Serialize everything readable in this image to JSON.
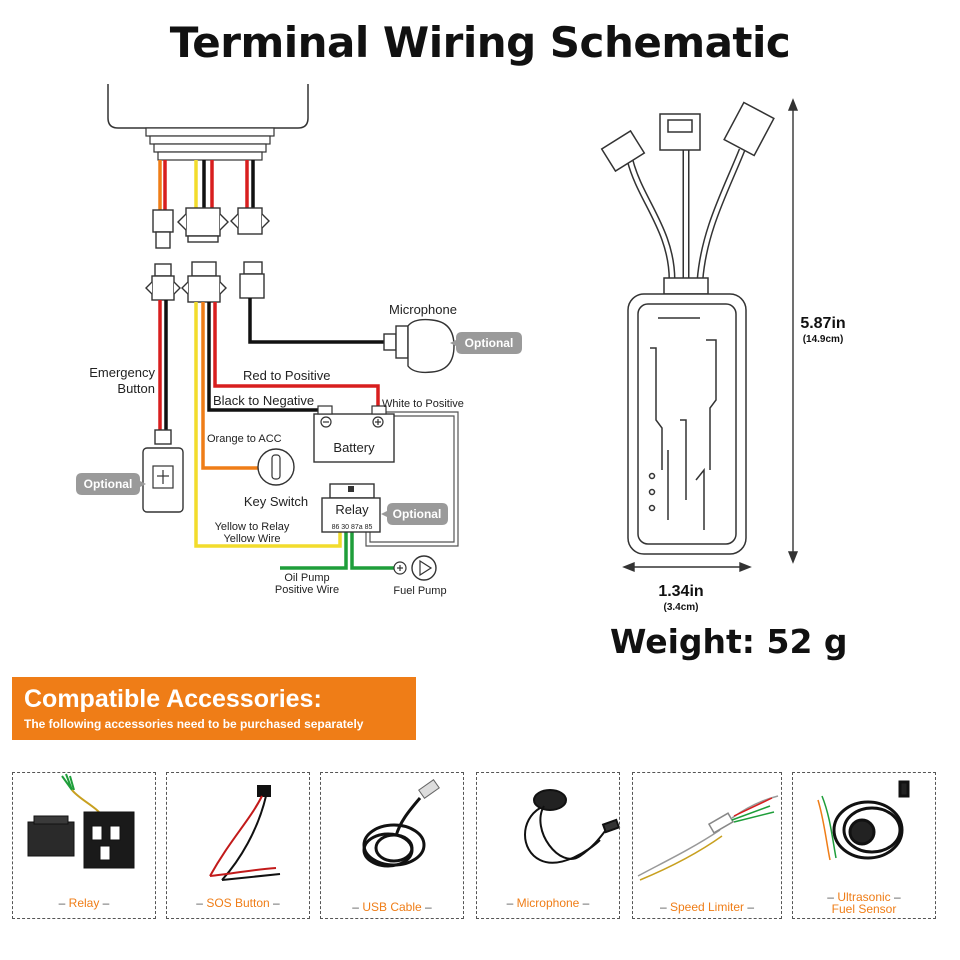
{
  "title": "Terminal Wiring Schematic",
  "labels": {
    "microphone": "Microphone",
    "emergency_button_1": "Emergency",
    "emergency_button_2": "Button",
    "red_to_positive": "Red to Positive",
    "black_to_negative": "Black to Negative",
    "white_to_positive": "White to Positive",
    "orange_to_acc": "Orange to ACC",
    "battery": "Battery",
    "key_switch": "Key Switch",
    "relay": "Relay",
    "relay_pins": "86 30 87a 85",
    "yellow_to_relay_1": "Yellow to Relay",
    "yellow_to_relay_2": "Yellow Wire",
    "oil_pump_1": "Oil Pump",
    "oil_pump_2": "Positive Wire",
    "fuel_pump": "Fuel Pump",
    "optional": "Optional"
  },
  "dimensions": {
    "height_in": "5.87in",
    "height_cm": "(14.9cm)",
    "width_in": "1.34in",
    "width_cm": "(3.4cm)"
  },
  "weight": "Weight: 52 g",
  "accessories": {
    "title": "Compatible Accessories:",
    "subtitle": "The following accessories need to be purchased separately",
    "items": [
      {
        "label": "Relay"
      },
      {
        "label": "SOS Button"
      },
      {
        "label": "USB Cable"
      },
      {
        "label": "Microphone"
      },
      {
        "label": "Speed Limiter"
      },
      {
        "label": "Ultrasonic",
        "label2": "Fuel Sensor"
      }
    ]
  },
  "colors": {
    "accent": "#ef7d17",
    "pill": "#9a9a9a",
    "wire_red": "#d81e1e",
    "wire_orange": "#ef7d17",
    "wire_yellow": "#f2dc2c",
    "wire_black": "#111111",
    "wire_green": "#1e9e3a"
  }
}
